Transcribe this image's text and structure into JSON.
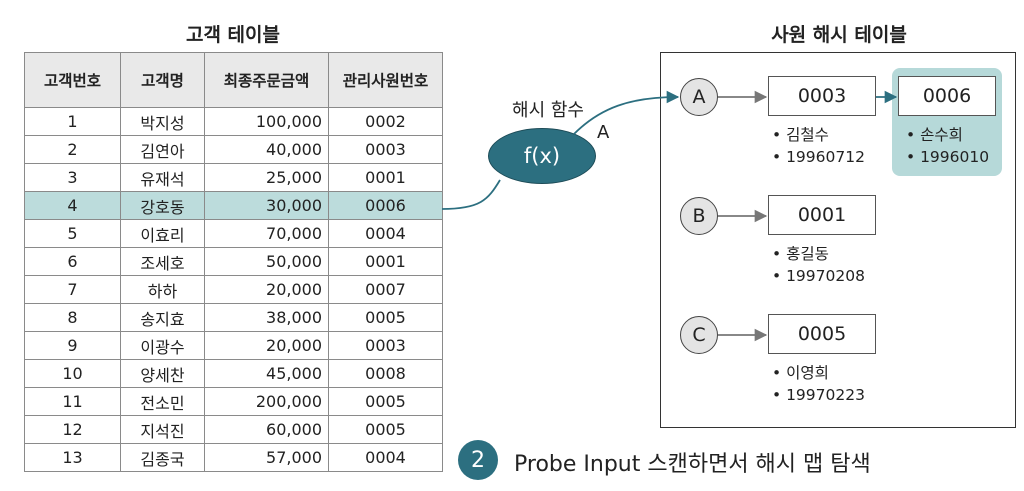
{
  "customer_table": {
    "title": "고객 테이블",
    "headers": [
      "고객번호",
      "고객명",
      "최종주문금액",
      "관리사원번호"
    ],
    "rows": [
      [
        "1",
        "박지성",
        "100,000",
        "0002"
      ],
      [
        "2",
        "김연아",
        "40,000",
        "0003"
      ],
      [
        "3",
        "유재석",
        "25,000",
        "0001"
      ],
      [
        "4",
        "강호동",
        "30,000",
        "0006"
      ],
      [
        "5",
        "이효리",
        "70,000",
        "0004"
      ],
      [
        "6",
        "조세호",
        "50,000",
        "0001"
      ],
      [
        "7",
        "하하",
        "20,000",
        "0007"
      ],
      [
        "8",
        "송지효",
        "38,000",
        "0005"
      ],
      [
        "9",
        "이광수",
        "20,000",
        "0003"
      ],
      [
        "10",
        "양세찬",
        "45,000",
        "0008"
      ],
      [
        "11",
        "전소민",
        "200,000",
        "0005"
      ],
      [
        "12",
        "지석진",
        "60,000",
        "0005"
      ],
      [
        "13",
        "김종국",
        "57,000",
        "0004"
      ]
    ],
    "highlighted_row": 3
  },
  "hash_function": {
    "label": "해시 함수",
    "symbol": "f(x)",
    "output": "A"
  },
  "employee_hash_table": {
    "title": "사원 해시 테이블",
    "buckets": [
      {
        "key": "A",
        "entries": [
          {
            "id": "0003",
            "details": [
              "• 김철수",
              "• 19960712"
            ]
          },
          {
            "id": "0006",
            "details": [
              "• 손수희",
              "• 1996010"
            ],
            "highlighted": true
          }
        ]
      },
      {
        "key": "B",
        "entries": [
          {
            "id": "0001",
            "details": [
              "• 홍길동",
              "• 19970208"
            ]
          }
        ]
      },
      {
        "key": "C",
        "entries": [
          {
            "id": "0005",
            "details": [
              "• 이영희",
              "• 19970223"
            ]
          }
        ]
      }
    ]
  },
  "step": {
    "number": "2",
    "text": "Probe Input 스캔하면서 해시 맵 탐색"
  },
  "colors": {
    "accent": "#2c6f80",
    "highlight_row": "#bcdcdc",
    "highlight_box": "#b6d9d9",
    "bucket_fill": "#e4e4e4",
    "header_fill": "#e9e9e9"
  }
}
